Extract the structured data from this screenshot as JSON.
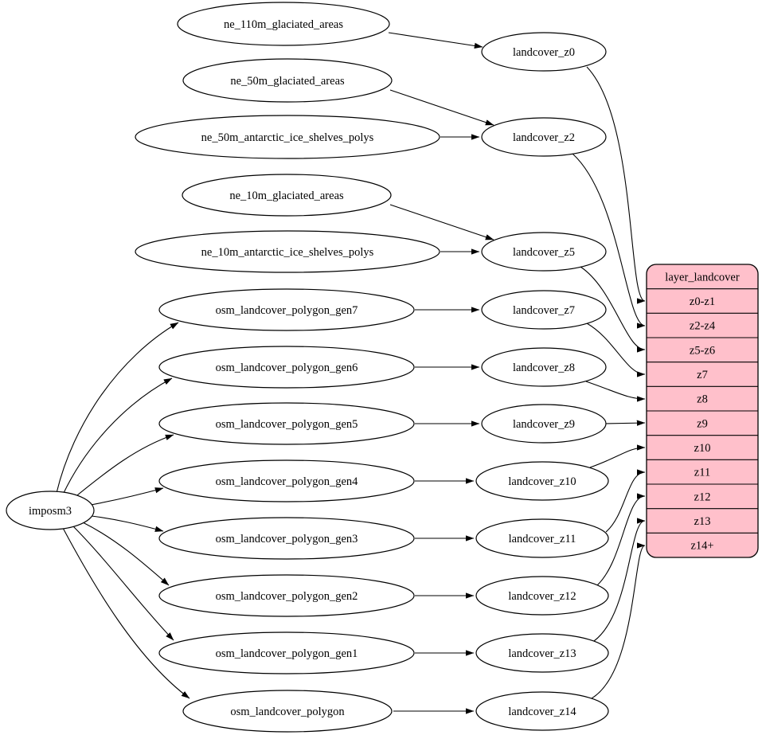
{
  "diagram": {
    "background_color": "#ffffff",
    "line_color": "#000000",
    "node_fill_color": "#ffffff",
    "table_fill_color": "#ffc0cb",
    "nodes": {
      "imposm3": "imposm3",
      "ne_110m_glaciated_areas": "ne_110m_glaciated_areas",
      "ne_50m_glaciated_areas": "ne_50m_glaciated_areas",
      "ne_50m_antarctic_ice_shelves_polys": "ne_50m_antarctic_ice_shelves_polys",
      "ne_10m_glaciated_areas": "ne_10m_glaciated_areas",
      "ne_10m_antarctic_ice_shelves_polys": "ne_10m_antarctic_ice_shelves_polys",
      "osm_landcover_polygon_gen7": "osm_landcover_polygon_gen7",
      "osm_landcover_polygon_gen6": "osm_landcover_polygon_gen6",
      "osm_landcover_polygon_gen5": "osm_landcover_polygon_gen5",
      "osm_landcover_polygon_gen4": "osm_landcover_polygon_gen4",
      "osm_landcover_polygon_gen3": "osm_landcover_polygon_gen3",
      "osm_landcover_polygon_gen2": "osm_landcover_polygon_gen2",
      "osm_landcover_polygon_gen1": "osm_landcover_polygon_gen1",
      "osm_landcover_polygon": "osm_landcover_polygon",
      "landcover_z0": "landcover_z0",
      "landcover_z2": "landcover_z2",
      "landcover_z5": "landcover_z5",
      "landcover_z7": "landcover_z7",
      "landcover_z8": "landcover_z8",
      "landcover_z9": "landcover_z9",
      "landcover_z10": "landcover_z10",
      "landcover_z11": "landcover_z11",
      "landcover_z12": "landcover_z12",
      "landcover_z13": "landcover_z13",
      "landcover_z14": "landcover_z14"
    },
    "table": {
      "title": "layer_landcover",
      "rows": [
        "z0-z1",
        "z2-z4",
        "z5-z6",
        "z7",
        "z8",
        "z9",
        "z10",
        "z11",
        "z12",
        "z13",
        "z14+"
      ]
    },
    "edges": [
      {
        "from": "imposm3",
        "to": "osm_landcover_polygon_gen7"
      },
      {
        "from": "imposm3",
        "to": "osm_landcover_polygon_gen6"
      },
      {
        "from": "imposm3",
        "to": "osm_landcover_polygon_gen5"
      },
      {
        "from": "imposm3",
        "to": "osm_landcover_polygon_gen4"
      },
      {
        "from": "imposm3",
        "to": "osm_landcover_polygon_gen3"
      },
      {
        "from": "imposm3",
        "to": "osm_landcover_polygon_gen2"
      },
      {
        "from": "imposm3",
        "to": "osm_landcover_polygon_gen1"
      },
      {
        "from": "imposm3",
        "to": "osm_landcover_polygon"
      },
      {
        "from": "ne_110m_glaciated_areas",
        "to": "landcover_z0"
      },
      {
        "from": "ne_50m_glaciated_areas",
        "to": "landcover_z2"
      },
      {
        "from": "ne_50m_antarctic_ice_shelves_polys",
        "to": "landcover_z2"
      },
      {
        "from": "ne_10m_glaciated_areas",
        "to": "landcover_z5"
      },
      {
        "from": "ne_10m_antarctic_ice_shelves_polys",
        "to": "landcover_z5"
      },
      {
        "from": "osm_landcover_polygon_gen7",
        "to": "landcover_z7"
      },
      {
        "from": "osm_landcover_polygon_gen6",
        "to": "landcover_z8"
      },
      {
        "from": "osm_landcover_polygon_gen5",
        "to": "landcover_z9"
      },
      {
        "from": "osm_landcover_polygon_gen4",
        "to": "landcover_z10"
      },
      {
        "from": "osm_landcover_polygon_gen3",
        "to": "landcover_z11"
      },
      {
        "from": "osm_landcover_polygon_gen2",
        "to": "landcover_z12"
      },
      {
        "from": "osm_landcover_polygon_gen1",
        "to": "landcover_z13"
      },
      {
        "from": "osm_landcover_polygon",
        "to": "landcover_z14"
      },
      {
        "from": "landcover_z0",
        "to": "layer_landcover:z0-z1"
      },
      {
        "from": "landcover_z2",
        "to": "layer_landcover:z2-z4"
      },
      {
        "from": "landcover_z5",
        "to": "layer_landcover:z5-z6"
      },
      {
        "from": "landcover_z7",
        "to": "layer_landcover:z7"
      },
      {
        "from": "landcover_z8",
        "to": "layer_landcover:z8"
      },
      {
        "from": "landcover_z9",
        "to": "layer_landcover:z9"
      },
      {
        "from": "landcover_z10",
        "to": "layer_landcover:z10"
      },
      {
        "from": "landcover_z11",
        "to": "layer_landcover:z11"
      },
      {
        "from": "landcover_z12",
        "to": "layer_landcover:z12"
      },
      {
        "from": "landcover_z13",
        "to": "layer_landcover:z13"
      },
      {
        "from": "landcover_z14",
        "to": "layer_landcover:z14+"
      }
    ]
  }
}
